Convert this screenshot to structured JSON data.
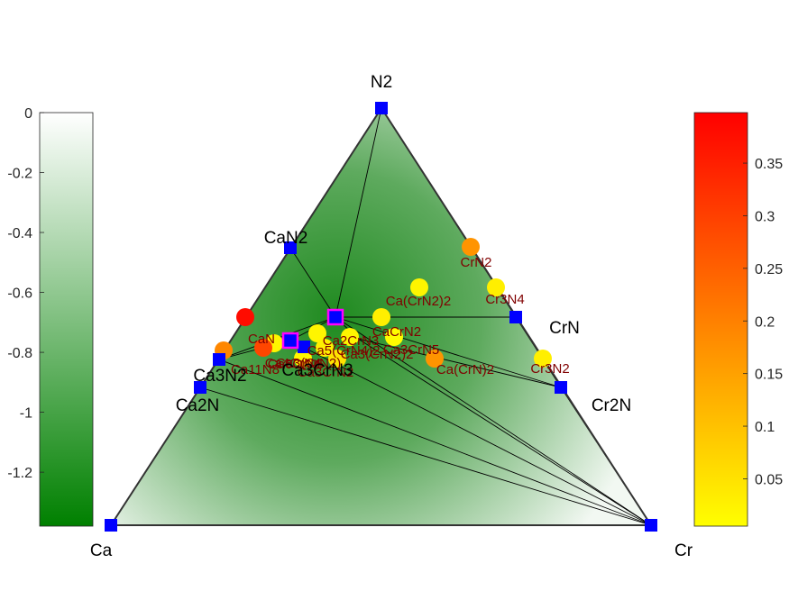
{
  "chart_data": {
    "type": "scatter",
    "subtype": "ternary-phase-diagram",
    "corners": {
      "left": "Ca",
      "top": "N2",
      "right": "Cr"
    },
    "stable_phases": [
      {
        "label": "N2",
        "a": 0,
        "b": 1,
        "c": 0,
        "energy": 0
      },
      {
        "label": "Ca",
        "a": 1,
        "b": 0,
        "c": 0,
        "energy": 0
      },
      {
        "label": "Cr",
        "a": 0,
        "b": 0,
        "c": 1,
        "energy": 0
      },
      {
        "label": "CaN2",
        "a": 0.333,
        "b": 0.667,
        "c": 0,
        "energy": -0.6
      },
      {
        "label": "Ca3N2",
        "a": 0.6,
        "b": 0.4,
        "c": 0,
        "energy": -1.0
      },
      {
        "label": "Ca2N",
        "a": 0.667,
        "b": 0.333,
        "c": 0,
        "energy": -0.9
      },
      {
        "label": "CrN",
        "a": 0,
        "b": 0.5,
        "c": 0.5,
        "energy": -0.6
      },
      {
        "label": "Cr2N",
        "a": 0,
        "b": 0.333,
        "c": 0.667,
        "energy": -0.4
      },
      {
        "label": "Ca3CrN3",
        "a": 0.429,
        "b": 0.429,
        "c": 0.143,
        "energy": -1.2
      }
    ],
    "tie_lines": [
      [
        "N2",
        "CaN2"
      ],
      [
        "CaN2",
        "Ca3N2"
      ],
      [
        "Ca3N2",
        "Ca2N"
      ],
      [
        "Ca2N",
        "Ca"
      ],
      [
        "Ca",
        "Cr"
      ],
      [
        "Cr",
        "Cr2N"
      ],
      [
        "Cr2N",
        "CrN"
      ],
      [
        "CrN",
        "N2"
      ],
      [
        "N2",
        "P1"
      ],
      [
        "CaN2",
        "P1"
      ],
      [
        "P1",
        "CrN"
      ],
      [
        "P1",
        "Cr2N"
      ],
      [
        "P1",
        "Cr"
      ],
      [
        "P1",
        "P2"
      ],
      [
        "P1",
        "P3"
      ],
      [
        "P1",
        "Ca3N2"
      ],
      [
        "P2",
        "Ca3N2"
      ],
      [
        "P2",
        "Cr"
      ],
      [
        "P3",
        "Cr"
      ],
      [
        "P3",
        "Cr2N"
      ],
      [
        "Ca3N2",
        "Cr"
      ],
      [
        "Ca2N",
        "Cr"
      ]
    ],
    "unstable_phases": [
      {
        "label": "CrN2",
        "e_above_hull": 0.17
      },
      {
        "label": "Ca(CrN2)2",
        "e_above_hull": 0.02
      },
      {
        "label": "Cr3N4",
        "e_above_hull": 0.03
      },
      {
        "label": "CaCrN2",
        "e_above_hull": 0.03
      },
      {
        "label": "CaN",
        "e_above_hull": 0.38
      },
      {
        "label": "Cr3N2",
        "e_above_hull": 0.03
      },
      {
        "label": "Ca(CrN)2",
        "e_above_hull": 0.17
      },
      {
        "label": "Ca3CrN5",
        "e_above_hull": 0.01
      },
      {
        "label": "Ca5(CrN4)2",
        "e_above_hull": 0.02
      },
      {
        "label": "Ca2CrN3",
        "e_above_hull": 0.02
      },
      {
        "label": "Ca11N8",
        "e_above_hull": 0.19
      },
      {
        "label": "Ca6CrN5",
        "e_above_hull": 0.02
      },
      {
        "label": "Ca3(CrN2)2",
        "e_above_hull": 0.03
      },
      {
        "label": "Ca4CrN4",
        "e_above_hull": 0.29
      },
      {
        "label": "Ca3(CrN2)",
        "e_above_hull": 0.02
      },
      {
        "label": "Ca3CrN2",
        "e_above_hull": 0.05
      }
    ],
    "formation_energy_colorbar": {
      "range": [
        -1.38,
        0
      ],
      "ticks": [
        "0",
        "-0.2",
        "-0.4",
        "-0.6",
        "-0.8",
        "-1",
        "-1.2"
      ],
      "tick_values": [
        0,
        -0.2,
        -0.4,
        -0.6,
        -0.8,
        -1.0,
        -1.2
      ],
      "color_low": "#008000",
      "color_high": "#ffffff"
    },
    "hull_distance_colorbar": {
      "range": [
        0.005,
        0.398
      ],
      "ticks": [
        "0.35",
        "0.3",
        "0.25",
        "0.2",
        "0.15",
        "0.1",
        "0.05"
      ],
      "tick_values": [
        0.35,
        0.3,
        0.25,
        0.2,
        0.15,
        0.1,
        0.05
      ],
      "color_low": "#ffff00",
      "color_high": "#ff0000"
    },
    "colors": {
      "stable_marker": "#0000ff",
      "highlight_marker_edge": "#ff00ff",
      "unstable_label": "#800000",
      "highlight_label": "#ff00ff",
      "tie_line": "#000000",
      "phase_label": "#000000"
    }
  }
}
